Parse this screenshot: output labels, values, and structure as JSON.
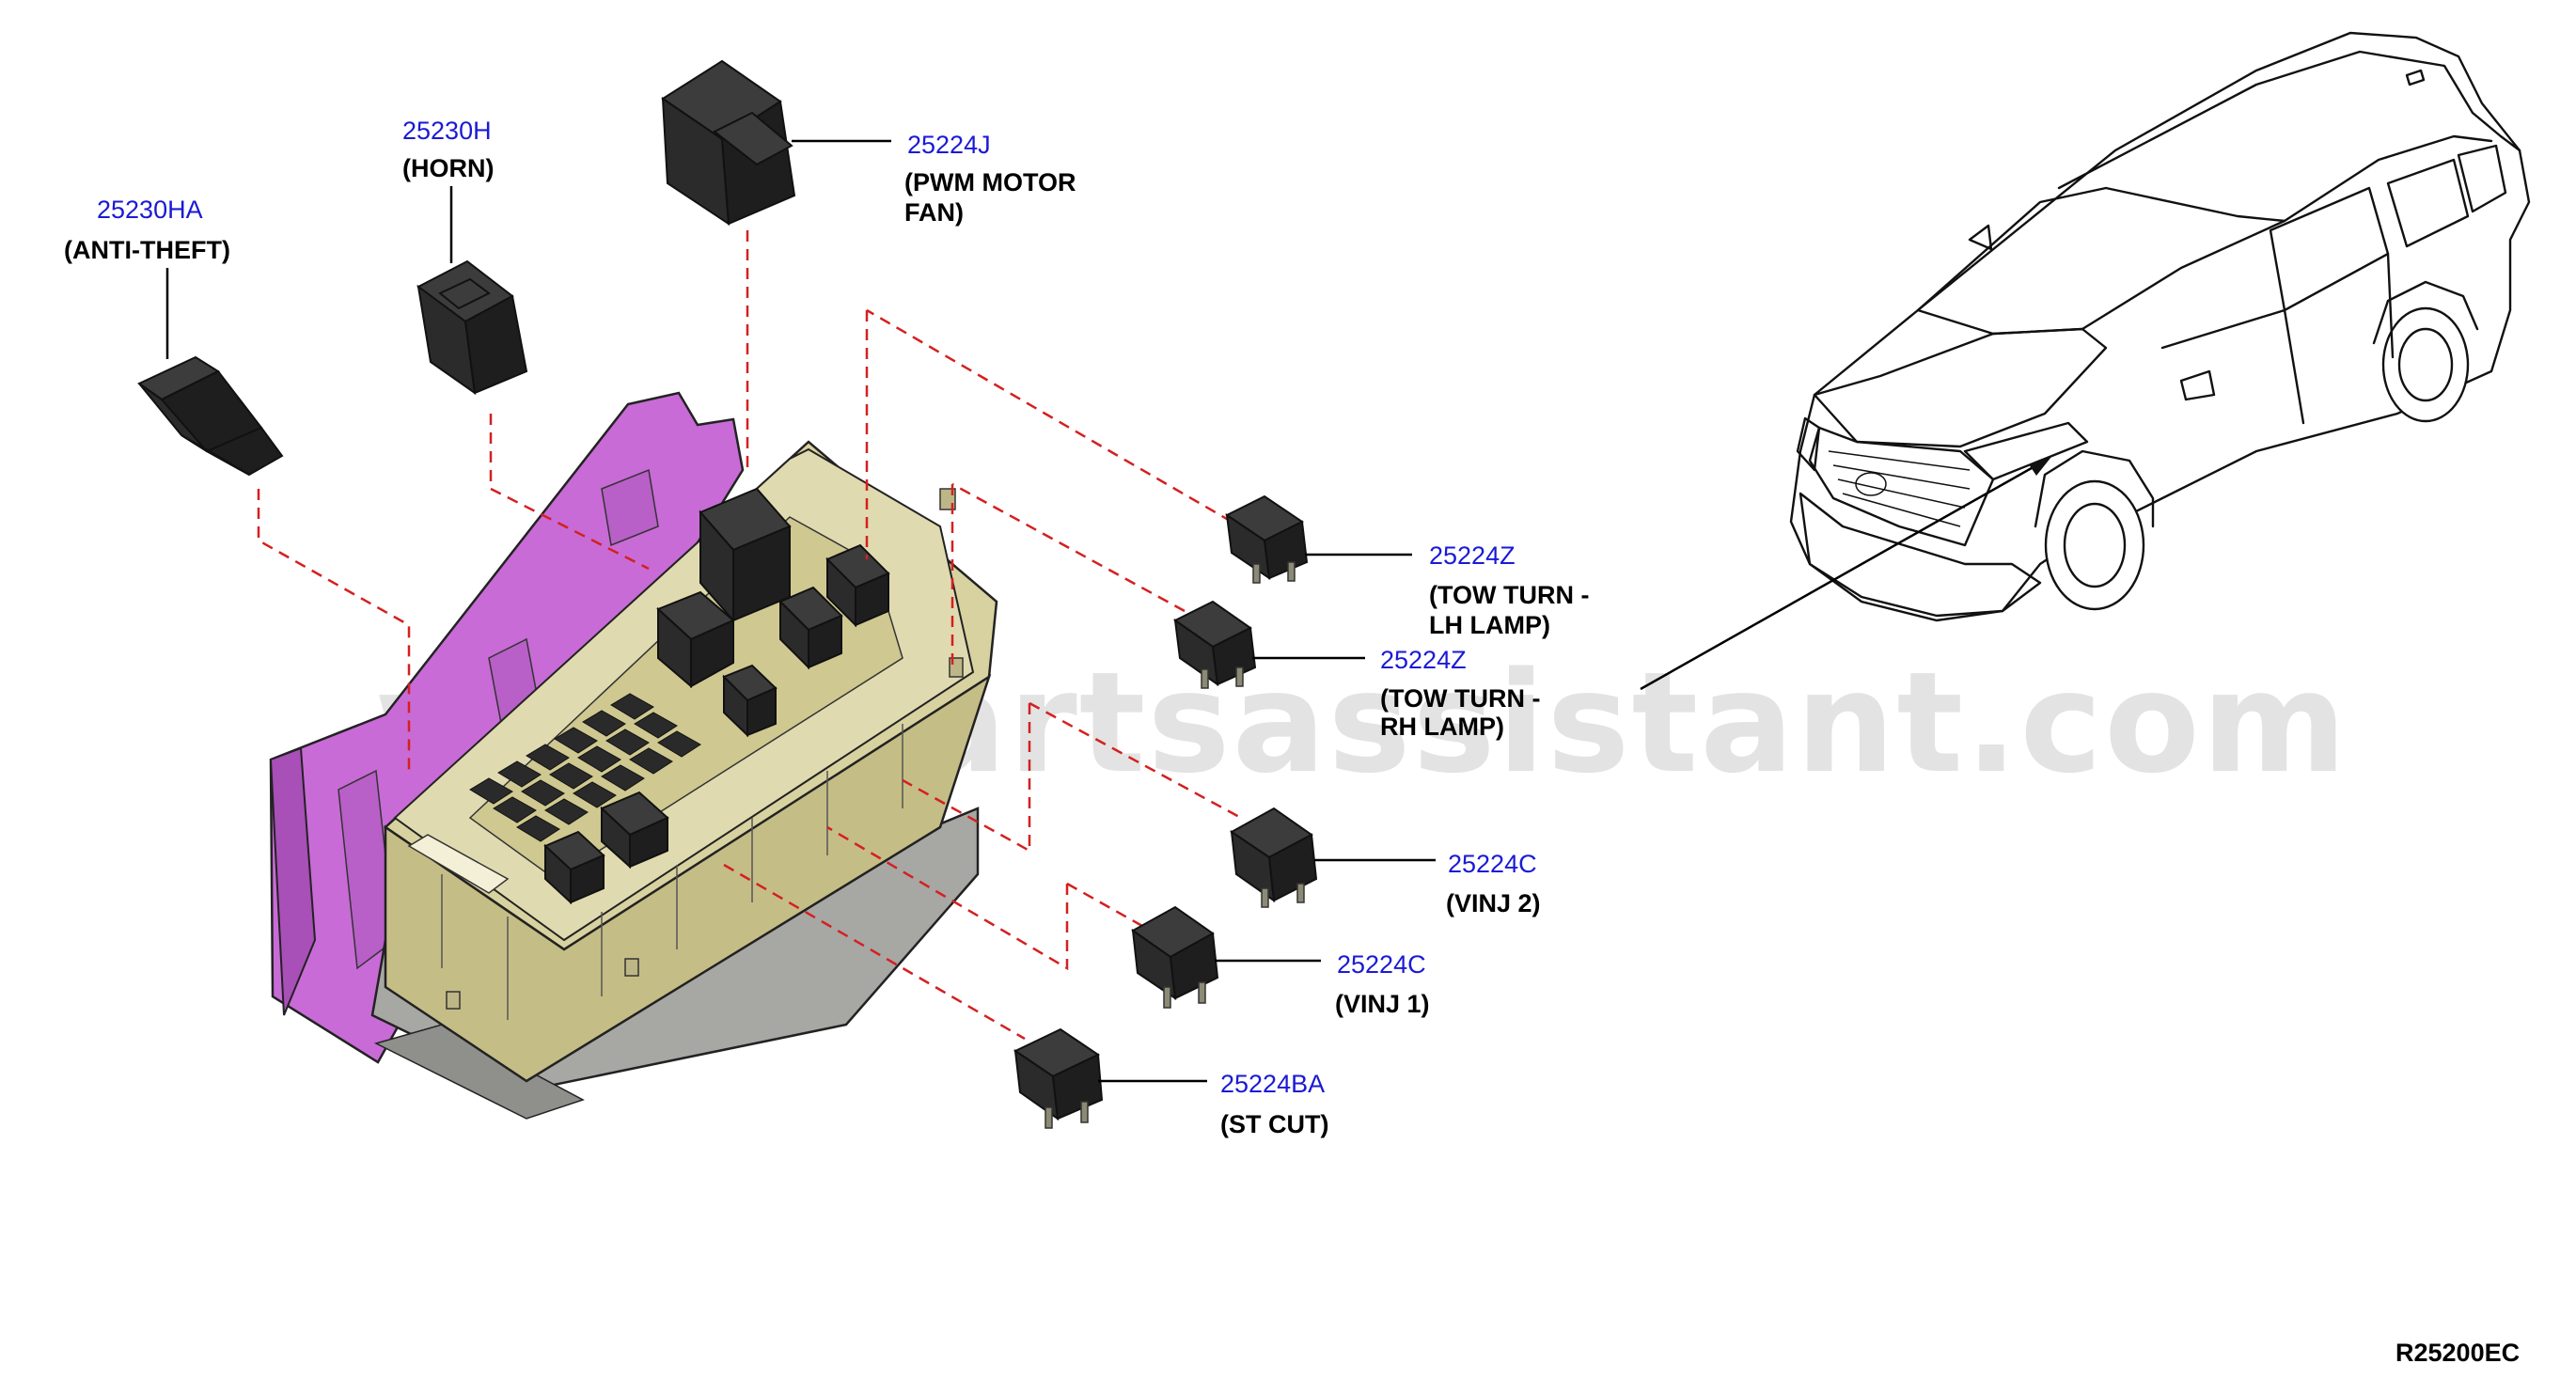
{
  "parts": [
    {
      "id": "anti-theft",
      "part_number": "25230HA",
      "name_lines": [
        "(ANTI-THEFT)"
      ]
    },
    {
      "id": "horn",
      "part_number": "25230H",
      "name_lines": [
        "(HORN)"
      ]
    },
    {
      "id": "pwm-motor-fan",
      "part_number": "25224J",
      "name_lines": [
        "(PWM MOTOR",
        "FAN)"
      ]
    },
    {
      "id": "tow-turn-lh",
      "part_number": "25224Z",
      "name_lines": [
        "(TOW TURN -",
        "LH LAMP)"
      ]
    },
    {
      "id": "tow-turn-rh",
      "part_number": "25224Z",
      "name_lines": [
        "(TOW TURN -",
        "RH LAMP)"
      ]
    },
    {
      "id": "vinj-2",
      "part_number": "25224C",
      "name_lines": [
        "(VINJ 2)"
      ]
    },
    {
      "id": "vinj-1",
      "part_number": "25224C",
      "name_lines": [
        "(VINJ 1)"
      ]
    },
    {
      "id": "st-cut",
      "part_number": "25224BA",
      "name_lines": [
        "(ST CUT)"
      ]
    }
  ],
  "diagram_code": "R25200EC",
  "watermark": "www.partsassistant.com",
  "colors": {
    "part_number": "#1a1ad6",
    "leader_dash": "#d42020",
    "fuse_box_bracket": "#c86bd6",
    "fuse_box_body": "#d8d2a0",
    "relay_body": "#2b2b2b"
  }
}
